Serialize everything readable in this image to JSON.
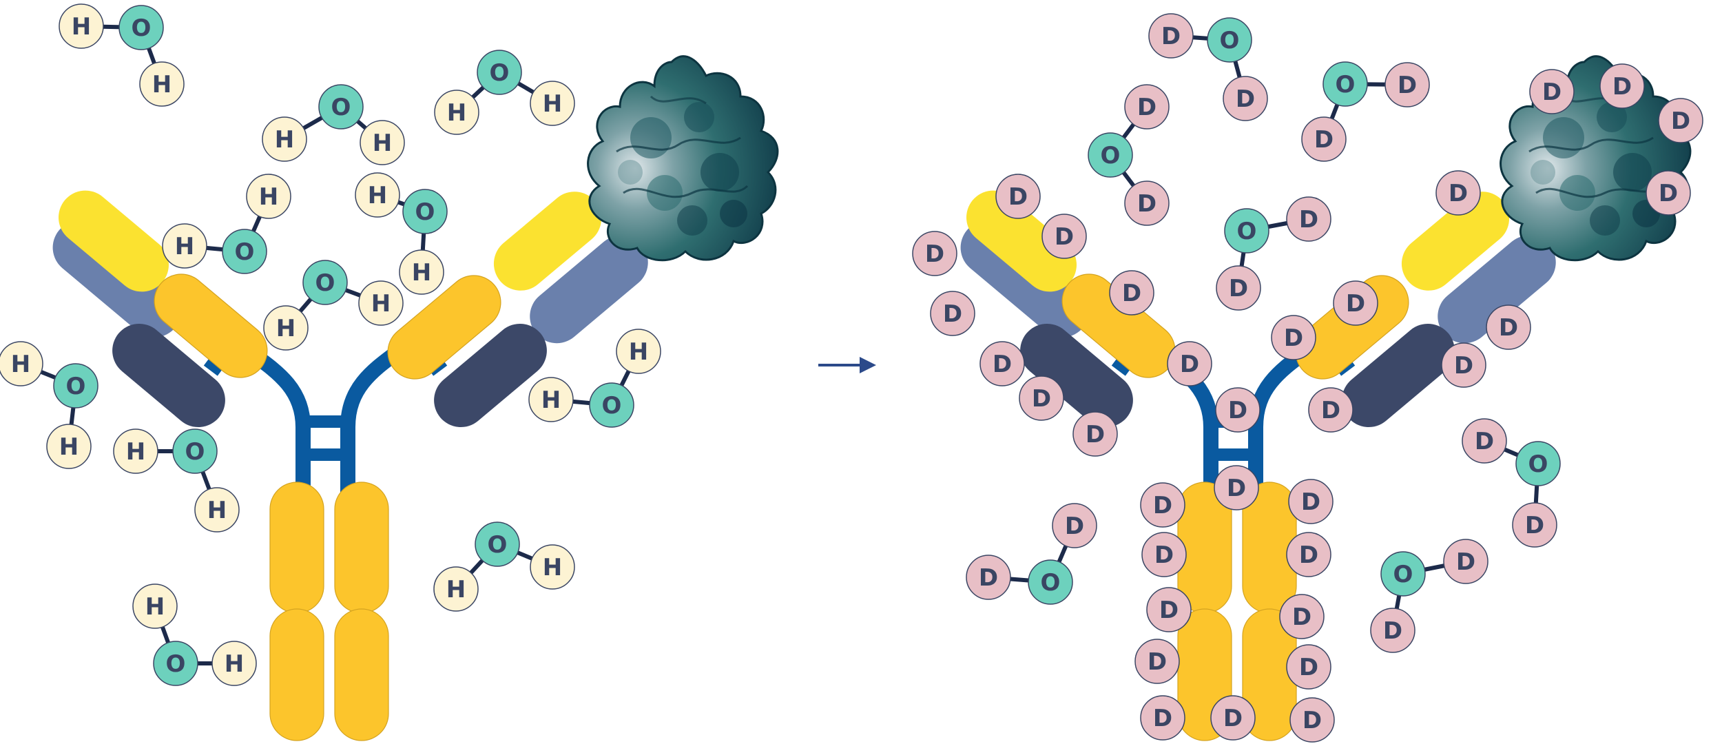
{
  "labels": {
    "hydrogen": "H",
    "oxygen": "O",
    "deuterium": "D"
  },
  "colors": {
    "background": "#ffffff",
    "oxygen": "#6dd1bd",
    "hydrogen": "#fdf3d3",
    "deuterium": "#e8bfc6",
    "atom_stroke": "#3a4563",
    "bond": "#1c2a4a",
    "heavy_chain_variable": "#6a80ac",
    "heavy_chain_constant": "#3c4868",
    "light_chain_variable": "#fbe230",
    "light_chain_constant": "#fcc52c",
    "fc_domain": "#fcc52c",
    "hinge": "#0a5aa0",
    "antigen_dark": "#12434f",
    "antigen_mid": "#2f6e70",
    "antigen_light": "#c9d8dc",
    "arrow": "#2c4a8a"
  },
  "icons": {
    "antigen": "protein-surface-icon",
    "arrow": "arrow-right-icon"
  }
}
